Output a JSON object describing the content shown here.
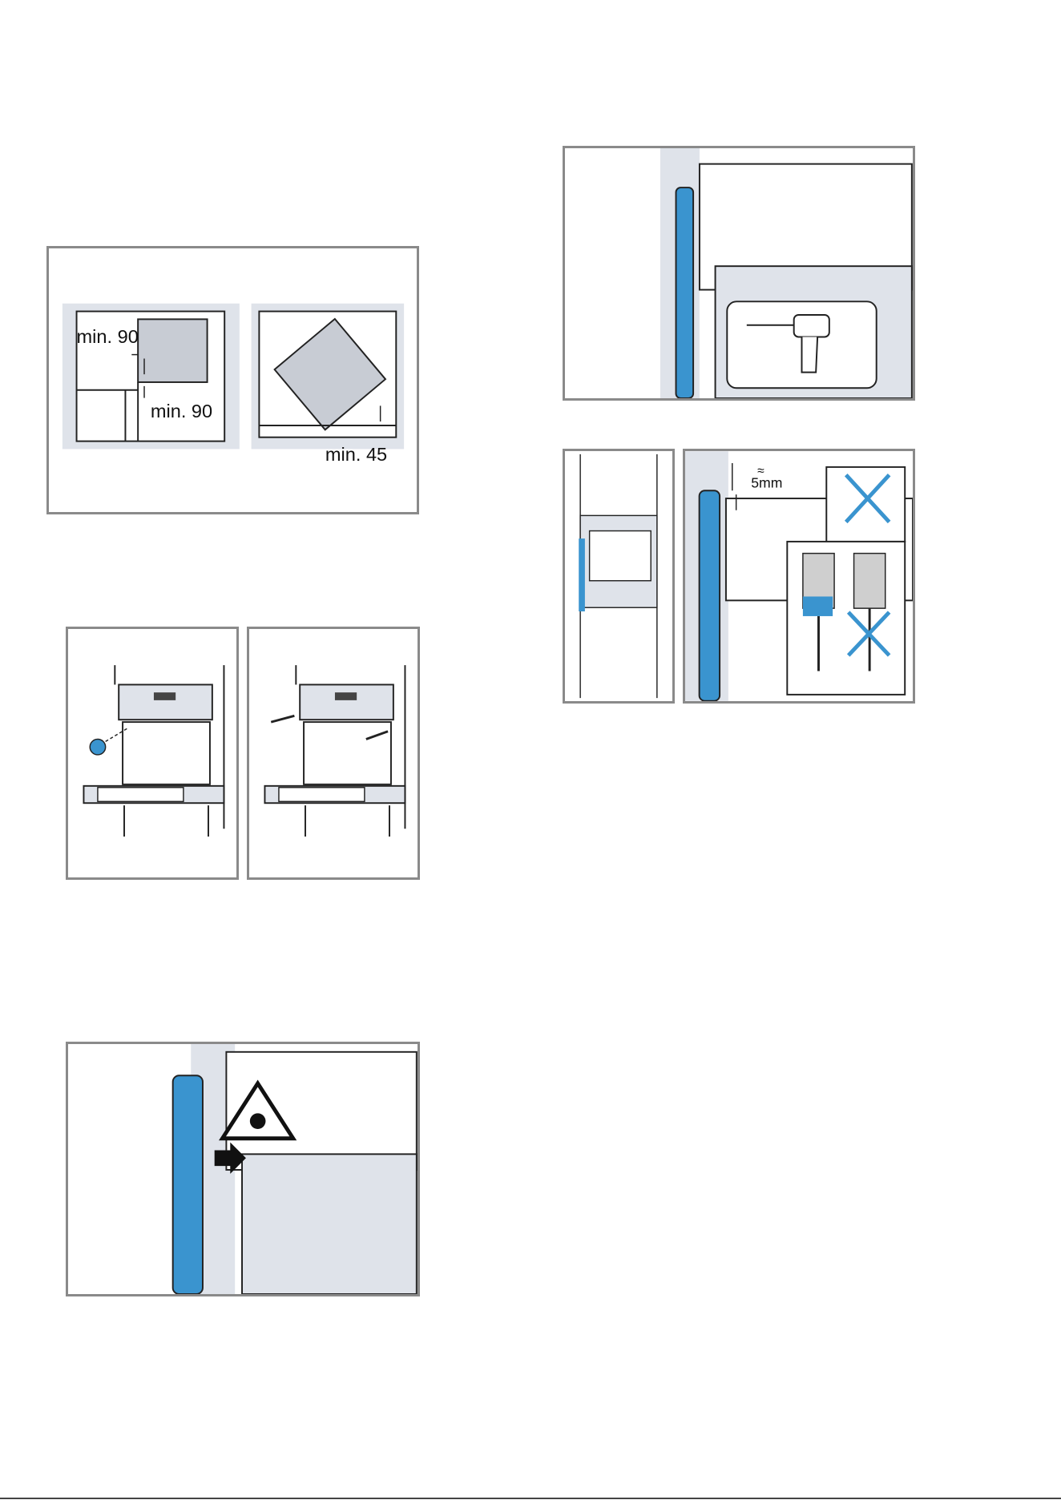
{
  "figure1": {
    "label_min90_a": "min. 90",
    "label_min90_b": "min. 90",
    "label_min45": "min. 45"
  },
  "figure5": {
    "label_gap_symbol": "≈",
    "label_gap": "5mm"
  },
  "colors": {
    "frame": "#8a8a8a",
    "accent_blue": "#3a94cf",
    "cabinet_grey": "#dfe3ea",
    "line": "#222222"
  }
}
